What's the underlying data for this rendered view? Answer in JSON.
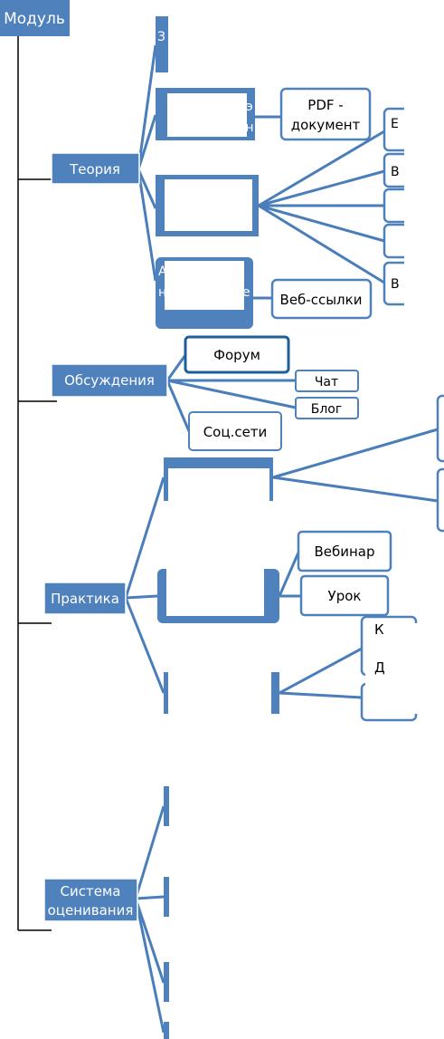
{
  "diagram": {
    "root": {
      "label": "Модуль"
    },
    "sections": [
      {
        "label": "Теория"
      },
      {
        "label": "Обсуждения"
      },
      {
        "label": "Практика"
      },
      {
        "label_lines": [
          "Система",
          "оценивания"
        ]
      }
    ],
    "theory": {
      "pdf_lines": [
        "PDF -",
        "документ"
      ],
      "web_links": "Веб-ссылки",
      "partial_top": "З",
      "partial_doc": [
        "э",
        "н"
      ],
      "partial_resources": [
        "А",
        "н",
        "е"
      ],
      "partial_right": [
        "E",
        "В",
        "В"
      ]
    },
    "discussions": {
      "forum": "Форум",
      "chat": "Чат",
      "blog": "Блог",
      "social": "Соц.сети"
    },
    "practice": {
      "webinar": "Вебинар",
      "lesson": "Урок",
      "partial_right": [
        "К",
        "Д"
      ]
    },
    "colors": {
      "blue_box": "#4f81bd",
      "blue_stroke": "#ffffff",
      "white_box_border": "#4f81bd",
      "highlight_border": "#1f5f99",
      "lines": "#4a7ebb",
      "tree_line": "#000000"
    }
  }
}
